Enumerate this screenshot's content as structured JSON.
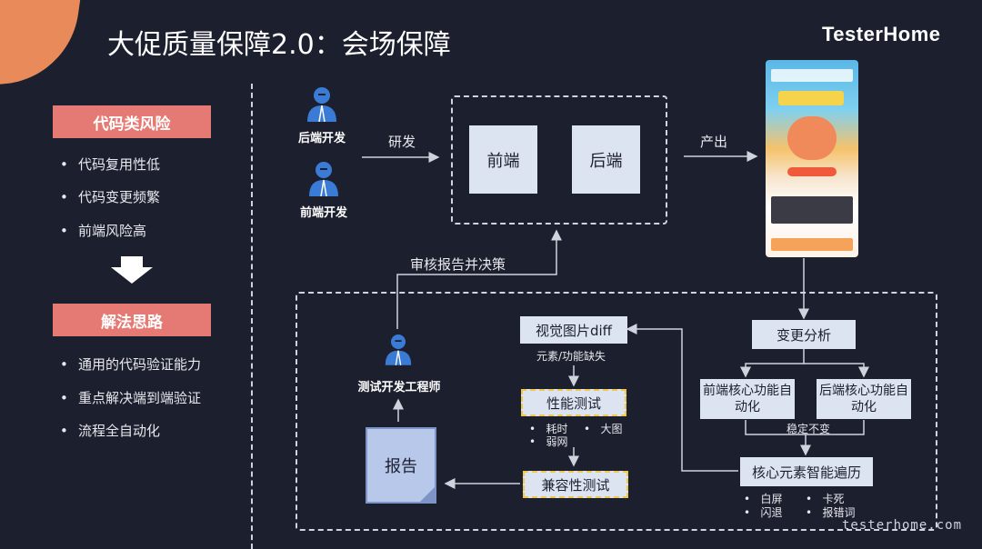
{
  "header": {
    "title": "大促质量保障2.0：会场保障",
    "brand": "TesterHome",
    "watermark": "testerhome.com"
  },
  "left_panel": {
    "risk_title": "代码类风险",
    "risk_items": [
      "代码复用性低",
      "代码变更频繁",
      "前端风险高"
    ],
    "solution_title": "解法思路",
    "solution_items": [
      "通用的代码验证能力",
      "重点解决端到端验证",
      "流程全自动化"
    ],
    "bullet_char": "•"
  },
  "diagram": {
    "person_backend": "后端开发",
    "person_frontend": "前端开发",
    "person_tester": "测试开发工程师",
    "label_develop": "研发",
    "label_output": "产出",
    "label_review": "审核报告并决策",
    "box_frontend": "前端",
    "box_backend": "后端",
    "box_change": "变更分析",
    "box_fe_auto": "前端核心功能自动化",
    "box_be_auto": "后端核心功能自动化",
    "label_stable": "稳定不变",
    "box_traverse": "核心元素智能遍历",
    "traverse_items": [
      "白屏",
      "卡死",
      "闪退",
      "报错词"
    ],
    "box_visual": "视觉图片diff",
    "label_visual_sub": "元素/功能缺失",
    "box_perf": "性能测试",
    "perf_items": [
      "耗时",
      "大图",
      "弱网"
    ],
    "box_compat": "兼容性测试",
    "box_report": "报告"
  },
  "colors": {
    "background": "#1c1f2e",
    "accent_red": "#e57a74",
    "accent_orange": "#e88a5a",
    "box_light": "#dde4f1",
    "person_blue": "#3a7bd5",
    "dash_yellow": "#f2c84b"
  },
  "icons": [
    "person-icon",
    "down-arrow-icon",
    "document-icon",
    "phone-screenshot"
  ]
}
